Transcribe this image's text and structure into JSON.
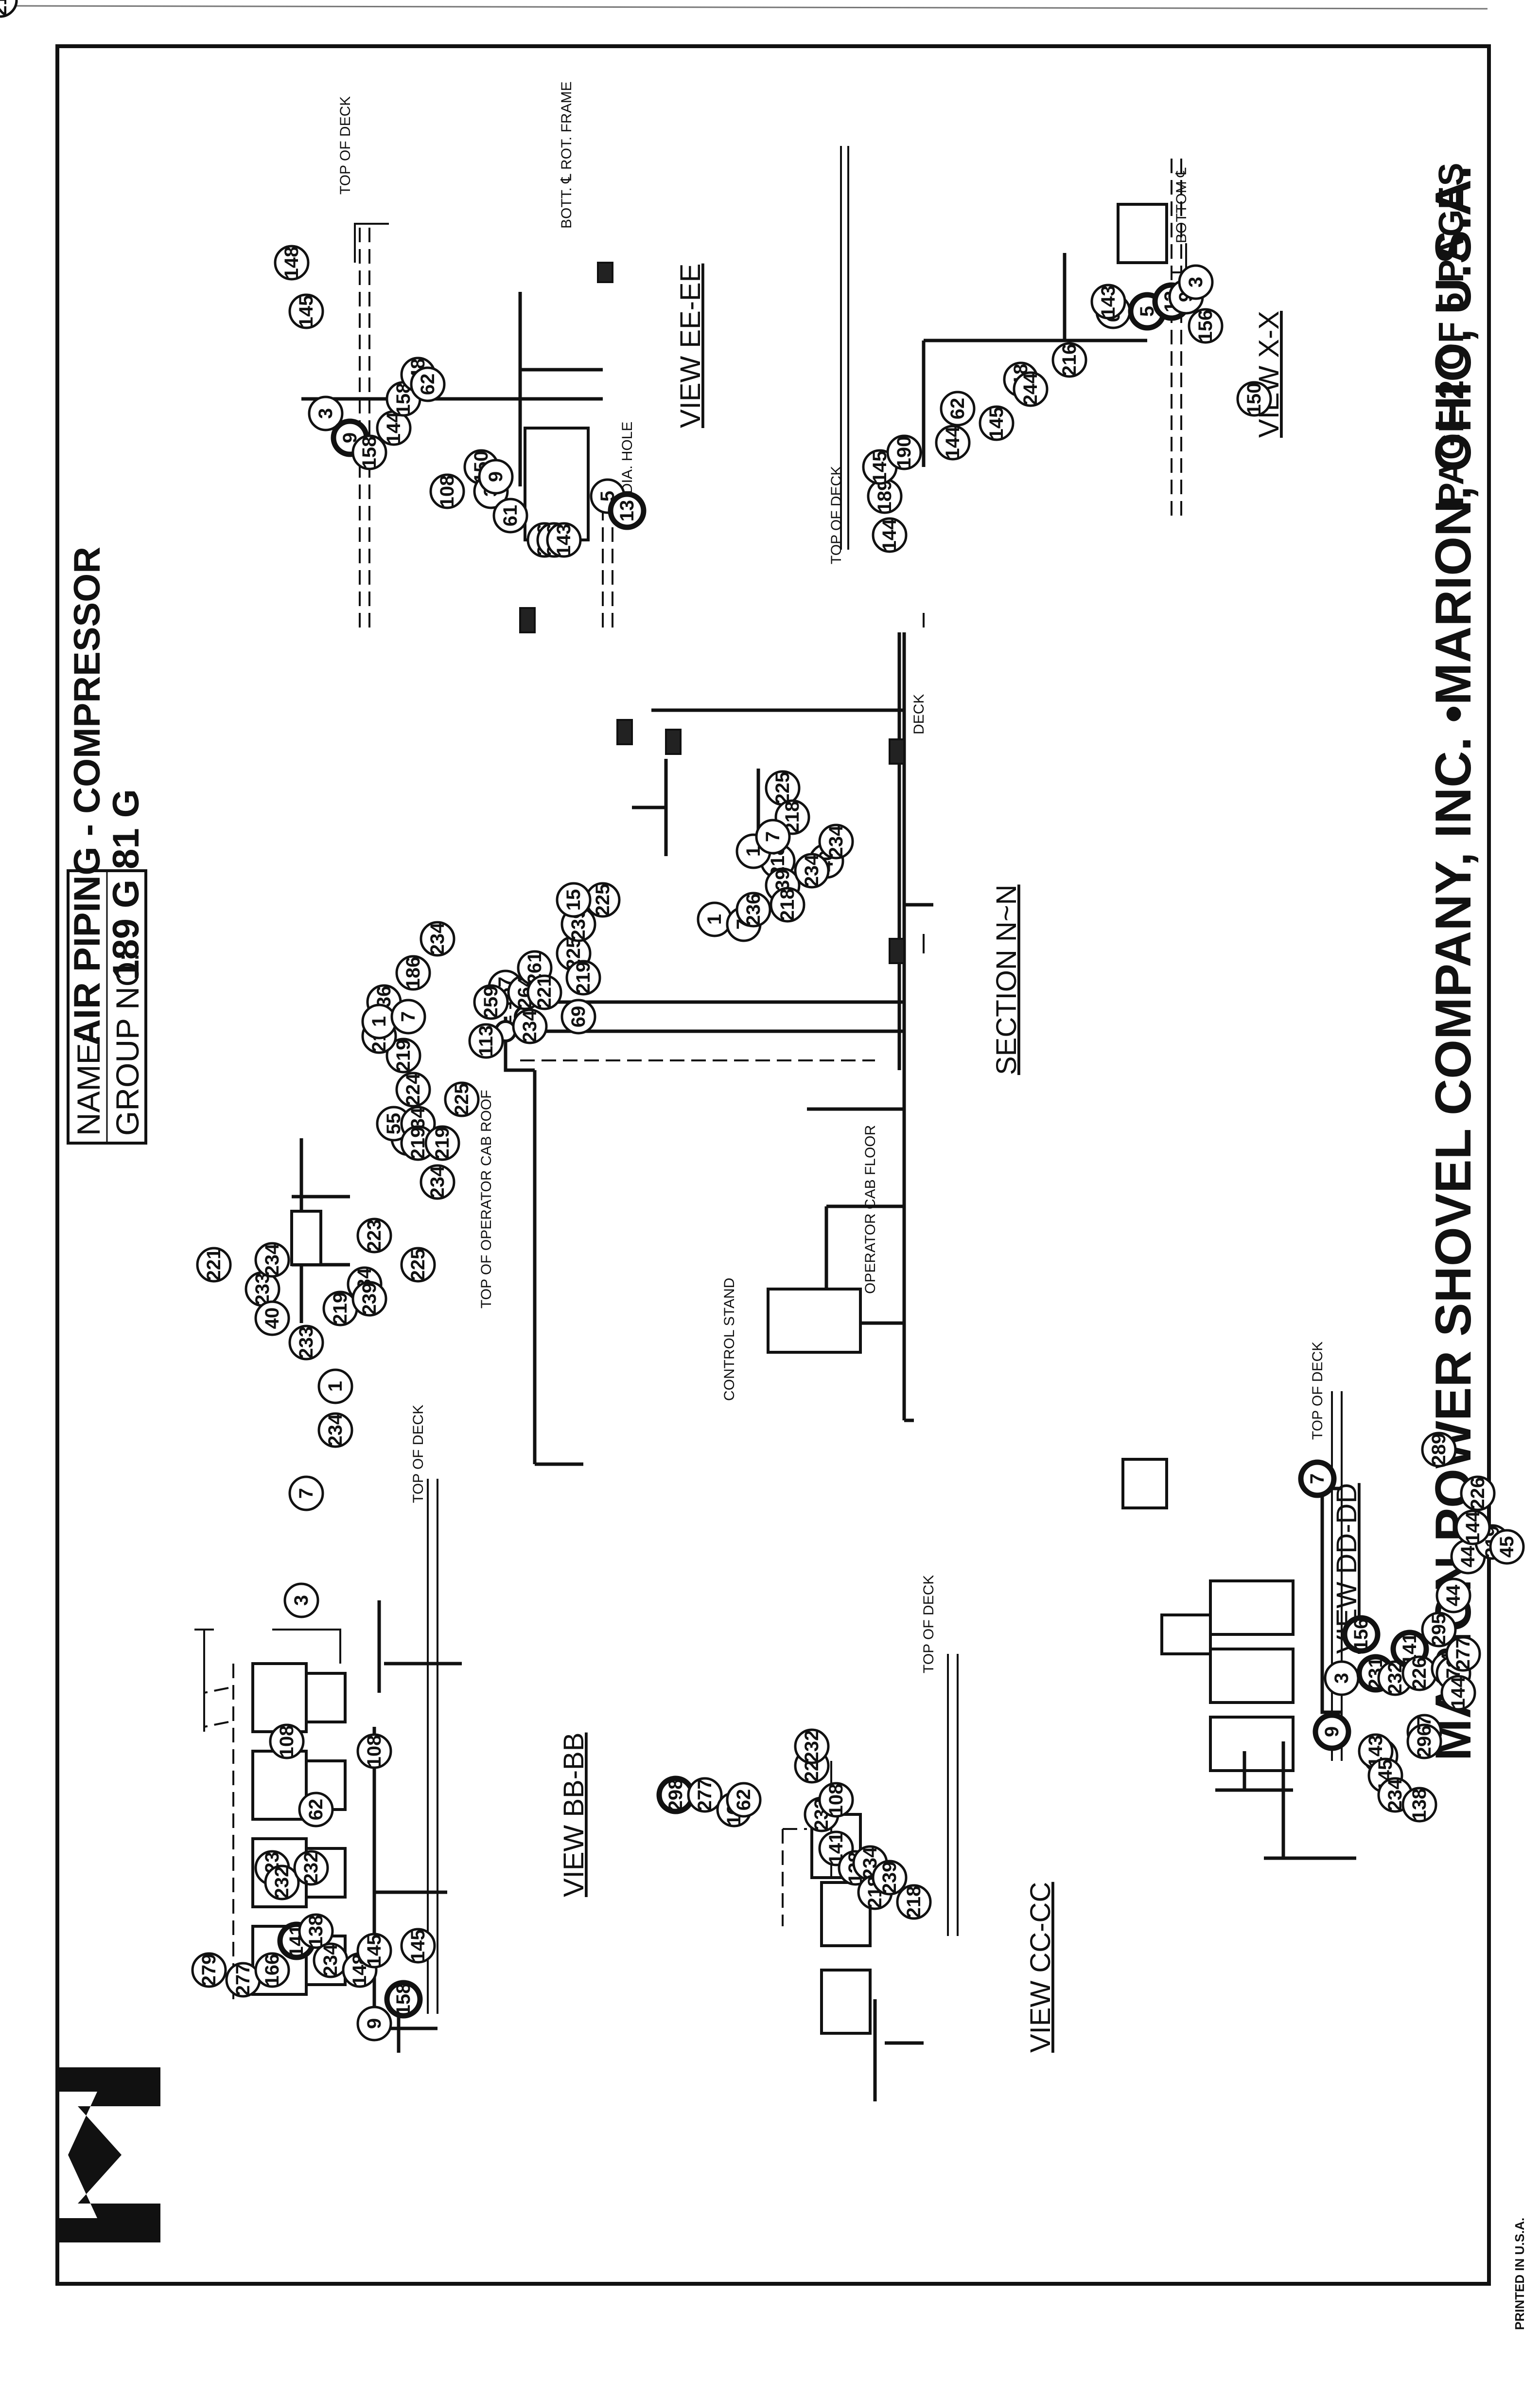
{
  "title_block": {
    "name_label": "NAME:",
    "name_value": "AIR PIPING - COMPRESSOR",
    "group_label": "GROUP NO:",
    "group_value": "189 G 81 G"
  },
  "footer": {
    "company": "MARION POWER SHOVEL COMPANY, INC. •MARION, OHIO, U.S.A.",
    "page": "PAGE 2 OF 5 PAGES",
    "printed": "PRINTED IN U.S.A."
  },
  "views": {
    "bb": {
      "title": "VIEW BB-BB",
      "deck": "TOP OF DECK",
      "callouts": [
        "279",
        "277",
        "166",
        "141",
        "138",
        "234",
        "148",
        "145",
        "223",
        "232",
        "232",
        "62",
        "108",
        "108",
        "3",
        "9",
        "158",
        "145"
      ]
    },
    "cc": {
      "title": "VIEW CC-CC",
      "deck": "TOP OF DECK",
      "callouts": [
        "298",
        "277",
        "166",
        "62",
        "223",
        "232",
        "232",
        "108",
        "141",
        "138",
        "234",
        "218",
        "239",
        "218"
      ]
    },
    "nn": {
      "title": "SECTION N~N",
      "labels": [
        "TOP OF OPERATOR CAB ROOF",
        "CONTROL STAND",
        "OPERATOR CAB FLOOR",
        "DECK"
      ],
      "callouts": [
        "221",
        "233",
        "234",
        "40",
        "233",
        "234",
        "1",
        "7",
        "219",
        "234",
        "239",
        "223",
        "13",
        "55",
        "224",
        "219",
        "225",
        "186",
        "234",
        "219",
        "236",
        "1",
        "7",
        "234",
        "219",
        "234",
        "219",
        "225",
        "113",
        "67",
        "259",
        "264",
        "261",
        "221",
        "234",
        "225",
        "219",
        "239",
        "225",
        "15",
        "69",
        "1",
        "7",
        "236",
        "218",
        "239",
        "218",
        "40",
        "234",
        "225",
        "218",
        "1",
        "7",
        "234",
        "218",
        "239",
        "1",
        "7",
        "218"
      ]
    },
    "dd": {
      "title": "VIEW DD-DD",
      "deck": "TOP OF DECK",
      "callouts": [
        "7",
        "9",
        "3",
        "145",
        "143",
        "145",
        "234",
        "138",
        "156",
        "231",
        "232",
        "141",
        "226",
        "277",
        "296",
        "144",
        "271",
        "144",
        "277",
        "295",
        "44",
        "44",
        "219",
        "144",
        "45",
        "289",
        "226"
      ]
    },
    "ee": {
      "title": "VIEW EE-EE",
      "labels": [
        "TOP OF DECK",
        "BOTT. ℄ ROT. FRAME",
        "1 DIA. HOLE"
      ],
      "callouts": [
        "148",
        "145",
        "3",
        "9",
        "158",
        "144",
        "158",
        "148",
        "62",
        "108",
        "150",
        "3",
        "9",
        "61",
        "216",
        "266",
        "143",
        "5",
        "13"
      ]
    },
    "xx": {
      "title": "VIEW X-X",
      "labels": [
        "TOP OF DECK",
        "BOTTOM ℄"
      ],
      "callouts": [
        "144",
        "189",
        "145",
        "190",
        "144",
        "62",
        "145",
        "118",
        "244",
        "216",
        "61",
        "143",
        "5",
        "13",
        "9",
        "3",
        "156",
        "150"
      ]
    }
  }
}
